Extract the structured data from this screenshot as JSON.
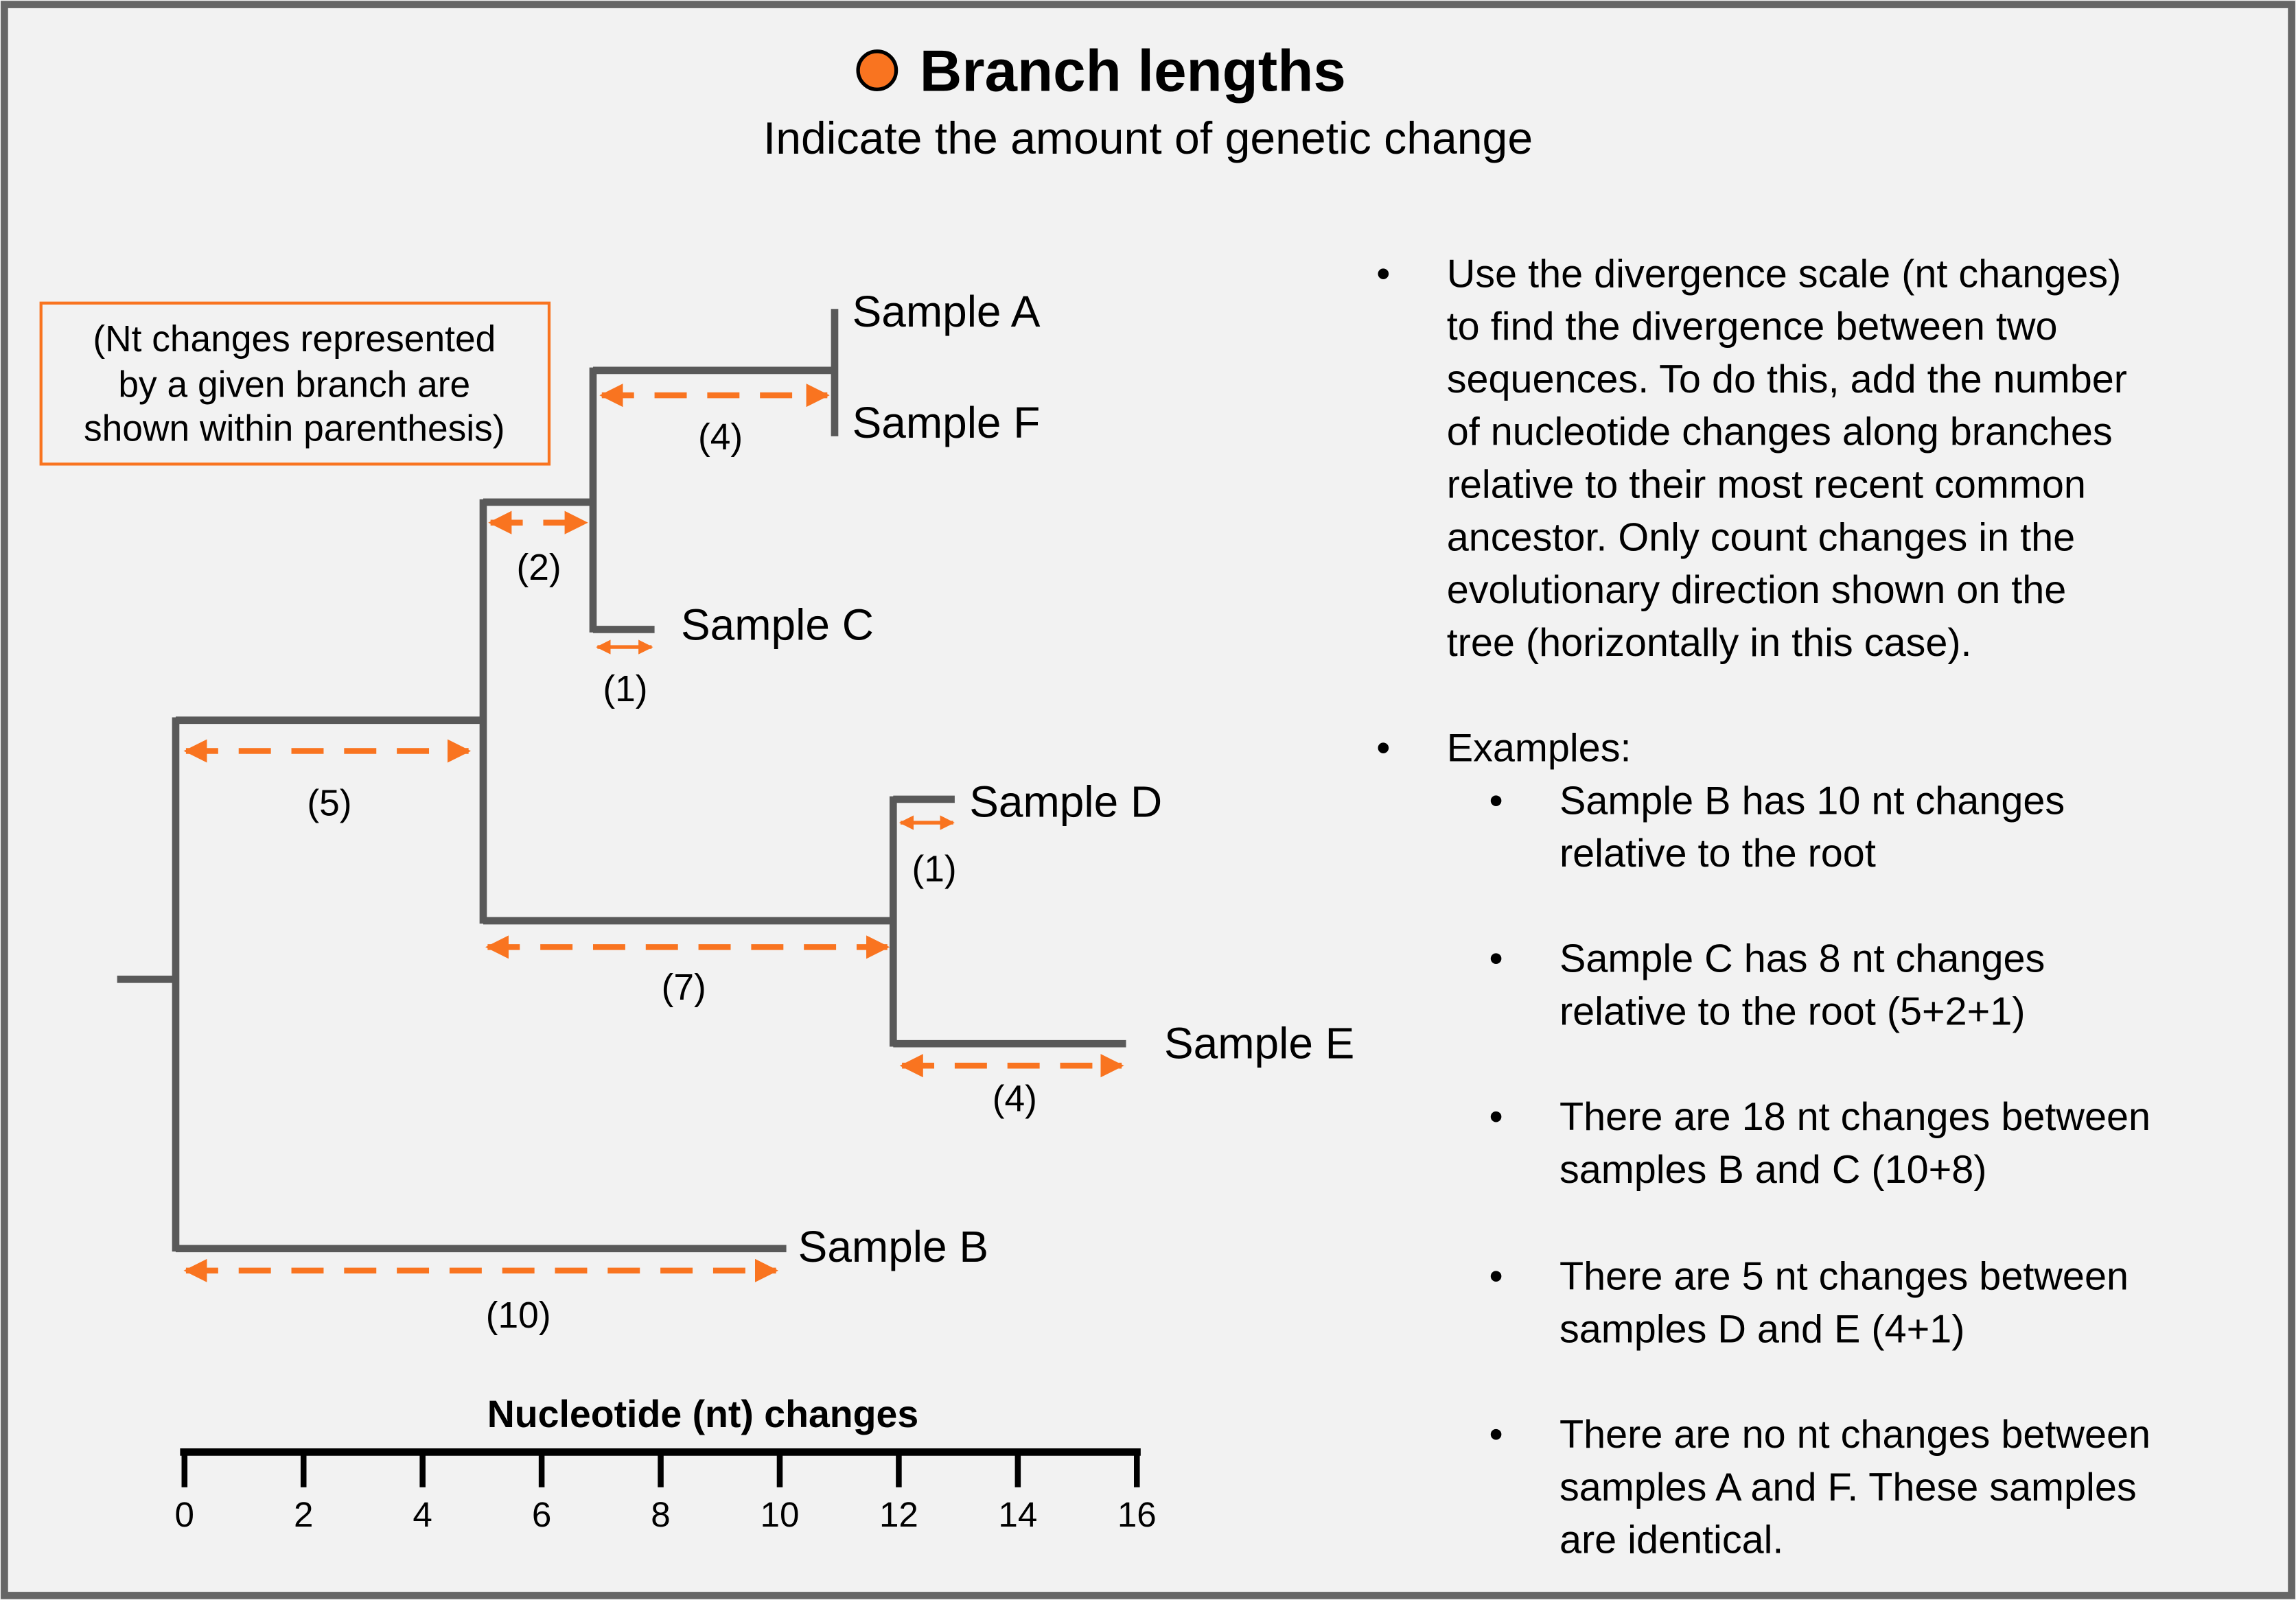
{
  "header": {
    "title": "Branch lengths",
    "subtitle": "Indicate the amount of genetic change",
    "bullet_color": "#f97420"
  },
  "note": [
    "(Nt changes represented",
    "by a given branch are",
    "shown within parenthesis)"
  ],
  "samples": {
    "a": "Sample A",
    "f": "Sample F",
    "c": "Sample C",
    "d": "Sample D",
    "e": "Sample E",
    "b": "Sample B"
  },
  "branch_labels": {
    "af": "(4)",
    "acf": "(2)",
    "c": "(1)",
    "top": "(5)",
    "de": "(7)",
    "d": "(1)",
    "e": "(4)",
    "b": "(10)"
  },
  "scale": {
    "title": "Nucleotide (nt) changes",
    "ticks": [
      "0",
      "2",
      "4",
      "6",
      "8",
      "10",
      "12",
      "14",
      "16"
    ]
  },
  "explanation": {
    "main": [
      "Use the divergence scale (nt changes)",
      "to find the divergence between two",
      "sequences. To do this, add the number",
      "of nucleotide changes along branches",
      "relative to their most recent common",
      "ancestor. Only count changes in the",
      "evolutionary direction shown on the",
      "tree (horizontally in this case)."
    ],
    "examples_label": "Examples:",
    "examples": [
      [
        "Sample B has 10 nt changes",
        "relative to the root"
      ],
      [
        "Sample C has 8 nt changes",
        "relative to the root (5+2+1)"
      ],
      [
        "There are 18 nt changes between",
        "samples B and C  (10+8)"
      ],
      [
        "There are 5 nt changes between",
        "samples D and E (4+1)"
      ],
      [
        "There are no nt changes between",
        "samples A and F. These samples",
        "are identical."
      ]
    ]
  }
}
